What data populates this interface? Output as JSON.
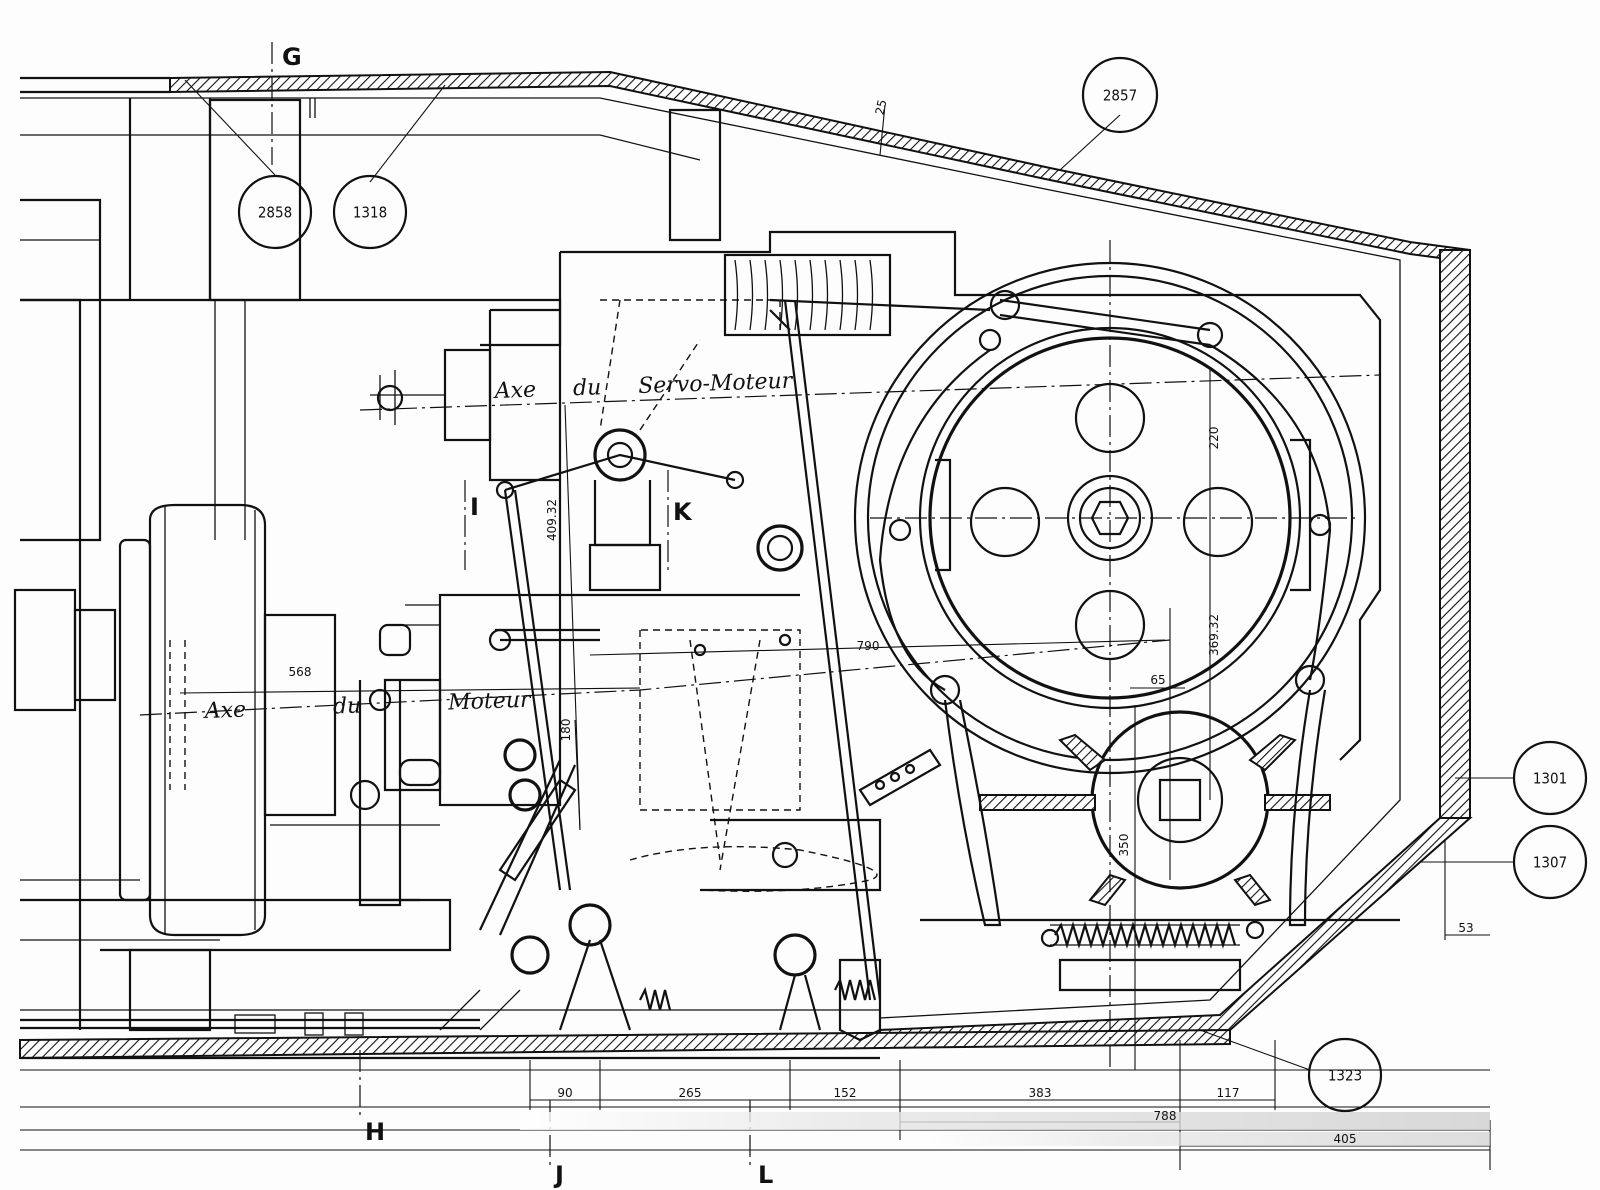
{
  "labels": {
    "axis_servo": "Axe du Servo-Moteur",
    "axis_moteur": "Axe du Moteur"
  },
  "sections": [
    "G",
    "I",
    "K",
    "H",
    "J",
    "L"
  ],
  "bubbles": [
    "2858",
    "1318",
    "2857",
    "1301",
    "1307",
    "1323"
  ],
  "dimensions": {
    "d25": "25",
    "d220": "220",
    "d40932": "409.32",
    "d36932": "369.32",
    "d568": "568",
    "d790": "790",
    "d65": "65",
    "d180": "180",
    "d350": "350",
    "d53": "53",
    "d90": "90",
    "d265": "265",
    "d152": "152",
    "d383": "383",
    "d117": "117",
    "d788": "788",
    "d405": "405"
  }
}
